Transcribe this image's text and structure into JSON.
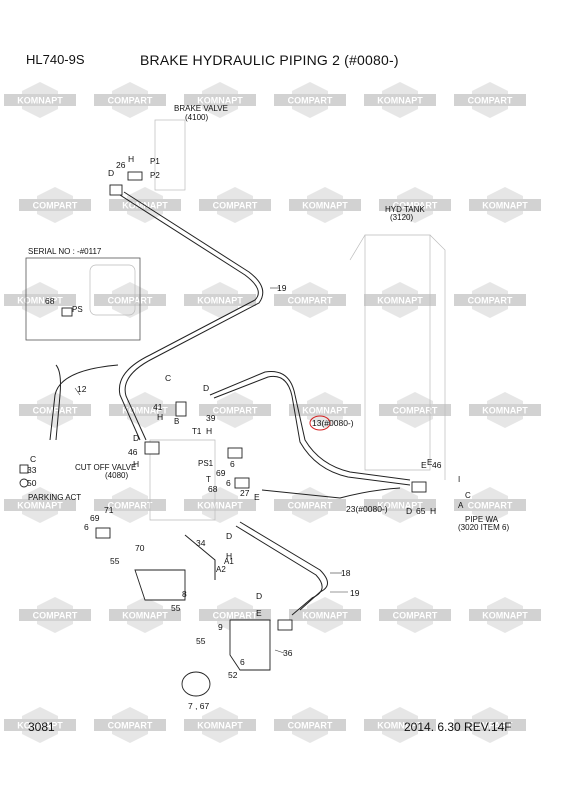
{
  "header": {
    "model": "HL740-9S",
    "title": "BRAKE HYDRAULIC PIPING 2 (#0080-)"
  },
  "footer": {
    "page_number": "3081",
    "revision": "2014. 6.30  REV.14F"
  },
  "watermarks": {
    "korean": "KOMNAPT",
    "english": "COMPART"
  },
  "labels": {
    "brake_valve": "BRAKE VALVE",
    "brake_valve_no": "(4100)",
    "hyd_tank": "HYD TANK",
    "hyd_tank_no": "(3120)",
    "serial_no": "SERIAL NO : -#0117",
    "cut_off_valve": "CUT OFF VALVE",
    "cut_off_valve_no": "(4080)",
    "parking_act": "PARKING ACT",
    "pipe_wa": "PIPE WA",
    "pipe_wa_no": "(3020 ITEM 6)",
    "port_p1": "P1",
    "port_p2": "P2",
    "port_ps": "PS",
    "port_ps1": "PS1",
    "port_a1": "A1",
    "port_a2": "A2",
    "port_t": "T",
    "port_t1": "T1",
    "port_b": "B",
    "port_a": "A",
    "port_c": "C",
    "letter_e": "E",
    "letter_i": "I"
  },
  "callouts": {
    "c26": "26",
    "cH1": "H",
    "cD1": "D",
    "c19a": "19",
    "c68": "68",
    "c12": "12",
    "cC1": "C",
    "c41": "41",
    "cH2": "H",
    "cD2": "D",
    "c39": "39",
    "cH3": "H",
    "cD3": "D",
    "c46a": "46",
    "cH4": "H",
    "c13": "13(#0080-)",
    "cC2": "C",
    "c33": "33",
    "c50": "50",
    "c6a": "6",
    "c69a": "69",
    "c6b": "6",
    "c68b": "68",
    "c27": "27",
    "cE1": "E",
    "c71": "71",
    "c69b": "69",
    "c6c": "6",
    "c70": "70",
    "c34": "34",
    "cD4": "D",
    "cH5": "H",
    "c55a": "55",
    "c8": "8",
    "c55b": "55",
    "c23": "23(#0080-)",
    "cE2": "E",
    "c46b": "46",
    "cD5": "D",
    "c65": "65",
    "cH6": "H",
    "c18": "18",
    "c19b": "19",
    "cD6": "D",
    "cE3": "E",
    "c9": "9",
    "c55c": "55",
    "c6d": "6",
    "c36": "36",
    "c52": "52",
    "c767": "7 , 67"
  }
}
